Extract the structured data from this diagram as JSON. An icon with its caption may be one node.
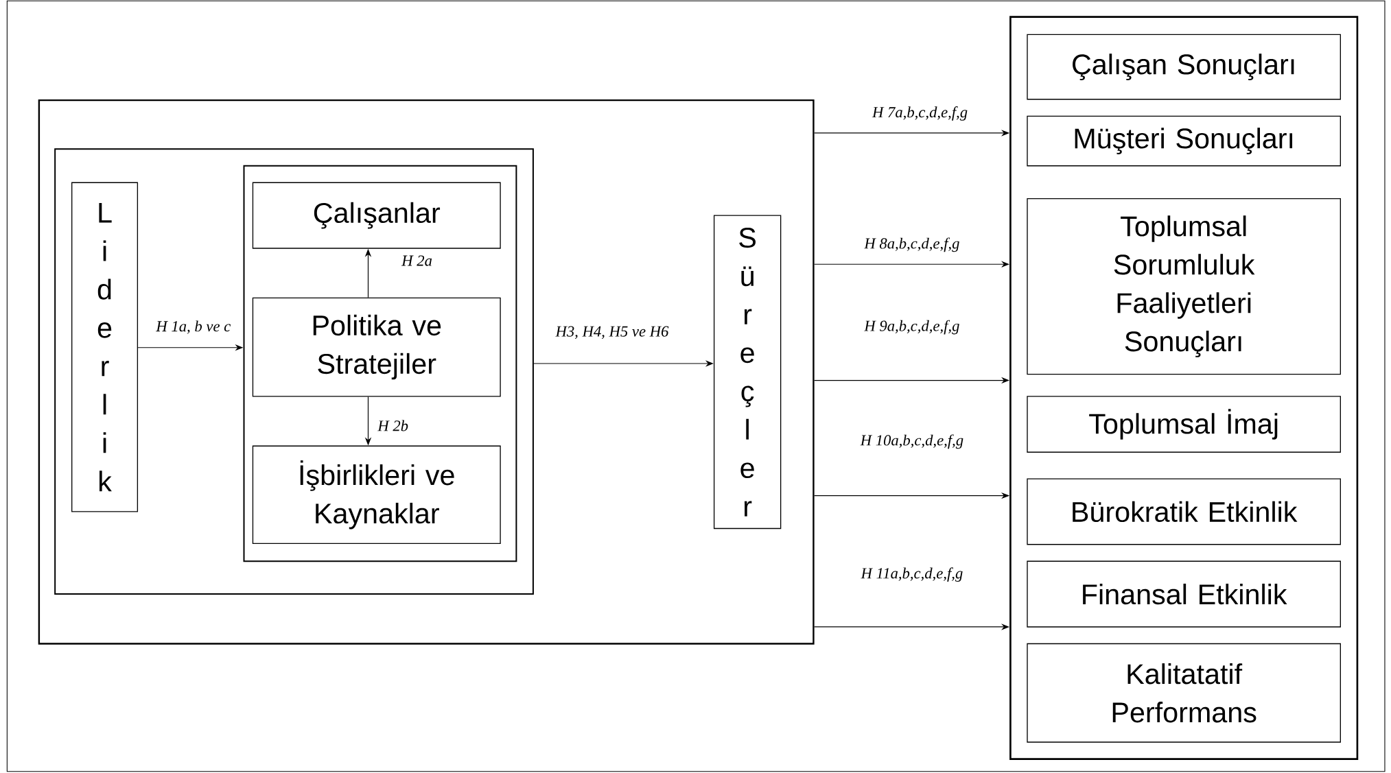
{
  "diagram": {
    "nodes": [
      {
        "text": [],
        "shape": "box"
      },
      {
        "text": [],
        "shape": "box",
        "in": 0
      },
      {
        "text": [
          "Liderlik"
        ],
        "in": 1
      },
      {
        "text": [],
        "shape": "box",
        "in": 1
      },
      {
        "text": [
          "Çalışanlar"
        ],
        "in": 3
      },
      {
        "text": [
          "Politika ve Stratejiler"
        ],
        "in": 3
      },
      {
        "text": [
          "İşbirlikleri ve Kaynaklar"
        ],
        "in": 3
      },
      {
        "text": [
          "Süreçler"
        ],
        "in": 0
      },
      {
        "text": [],
        "shape": "box"
      },
      {
        "text": [
          "Çalışan Sonuçları"
        ],
        "in": 8
      },
      {
        "text": [
          "Müşteri Sonuçları"
        ],
        "in": 8
      },
      {
        "text": [
          "Toplumsal Sorumluluk Faaliyetleri Sonuçları"
        ],
        "in": 8
      },
      {
        "text": [
          "Toplumsal İmaj"
        ],
        "in": 8
      },
      {
        "text": [
          "Bürokratik Etkinlik"
        ],
        "in": 8
      },
      {
        "text": [
          "Finansal Etkinlik"
        ],
        "in": 8
      },
      {
        "text": [
          "Kalitatatif Performans"
        ],
        "in": 8
      }
    ],
    "edges": [
      {
        "from": 2,
        "to": 3,
        "arrow": "to",
        "label": "H 1a, b ve c"
      },
      {
        "from": 5,
        "to": 4,
        "arrow": "to",
        "label": "H 2a"
      },
      {
        "from": 5,
        "to": 6,
        "arrow": "to",
        "label": "H 2b"
      },
      {
        "from": 1,
        "to": 7,
        "arrow": "to",
        "label": "H3, H4, H5 ve H6"
      },
      {
        "from": 0,
        "to": 8,
        "arrow": "to",
        "label": "H 7a,b,c,d,e,f,g"
      },
      {
        "from": 0,
        "to": 8,
        "arrow": "to",
        "label": "H 8a,b,c,d,e,f,g"
      },
      {
        "from": 0,
        "to": 8,
        "arrow": "to",
        "label": "H 9a,b,c,d,e,f,g"
      },
      {
        "from": 0,
        "to": 8,
        "arrow": "to",
        "label": "H 10a,b,c,d,e,f,g"
      },
      {
        "from": 0,
        "to": 8,
        "arrow": "to",
        "label": "H 11a,b,c,d,e,f,g"
      }
    ]
  }
}
